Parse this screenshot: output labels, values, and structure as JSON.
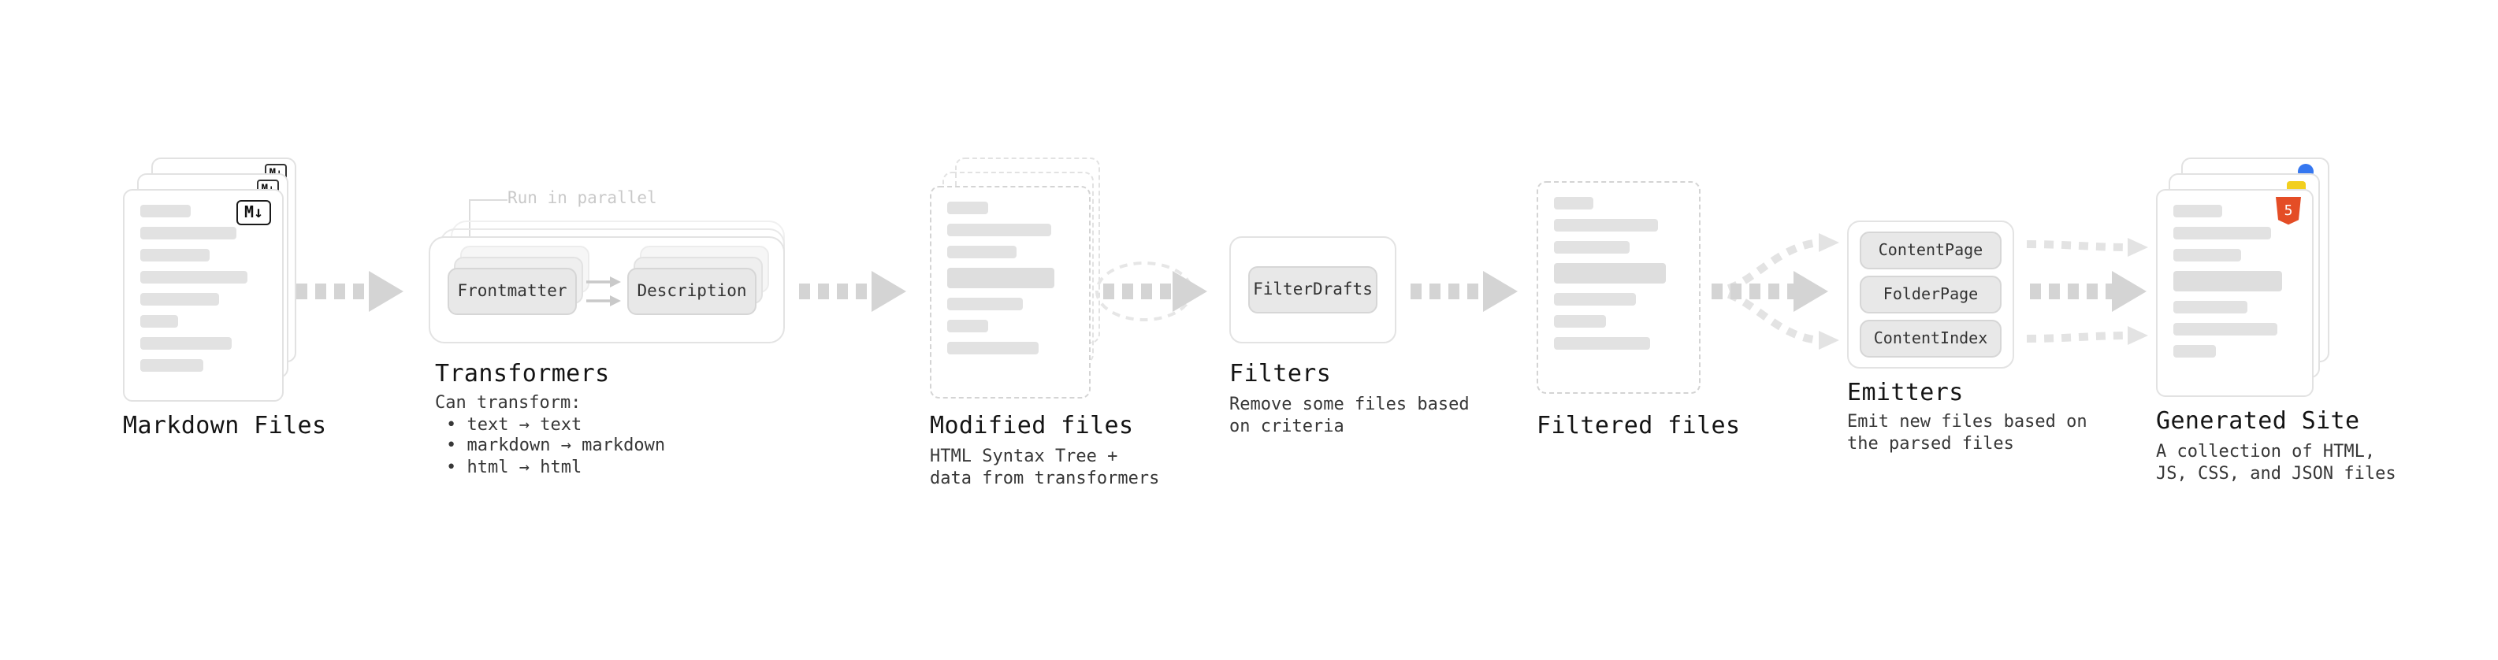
{
  "diagram": {
    "stages": {
      "markdown_files": {
        "title": "Markdown Files",
        "badge": "M↓"
      },
      "transformers": {
        "title": "Transformers",
        "annotation": "Run in parallel",
        "nodes": [
          "Frontmatter",
          "Description"
        ],
        "caption_lines": [
          "Can transform:",
          "• text → text",
          "• markdown → markdown",
          "• html → html"
        ]
      },
      "modified_files": {
        "title": "Modified files",
        "caption_lines": [
          "HTML Syntax Tree +",
          "data from transformers"
        ]
      },
      "filters": {
        "title": "Filters",
        "nodes": [
          "FilterDrafts"
        ],
        "caption_lines": [
          "Remove some files based",
          "on criteria"
        ]
      },
      "filtered_files": {
        "title": "Filtered files"
      },
      "emitters": {
        "title": "Emitters",
        "nodes": [
          "ContentPage",
          "FolderPage",
          "ContentIndex"
        ],
        "caption_lines": [
          "Emit new files based on",
          "the parsed files"
        ]
      },
      "generated_site": {
        "title": "Generated Site",
        "badge": "5",
        "caption_lines": [
          "A collection of HTML,",
          "JS, CSS, and JSON files"
        ]
      }
    },
    "colors": {
      "arrow": "#d4d4d4",
      "arrow_light": "#e3e3e3",
      "html5_orange": "#e44d26",
      "css_blue": "#3577f0",
      "js_yellow": "#f2cf1f",
      "bar_gray": "#e2e2e2"
    }
  }
}
